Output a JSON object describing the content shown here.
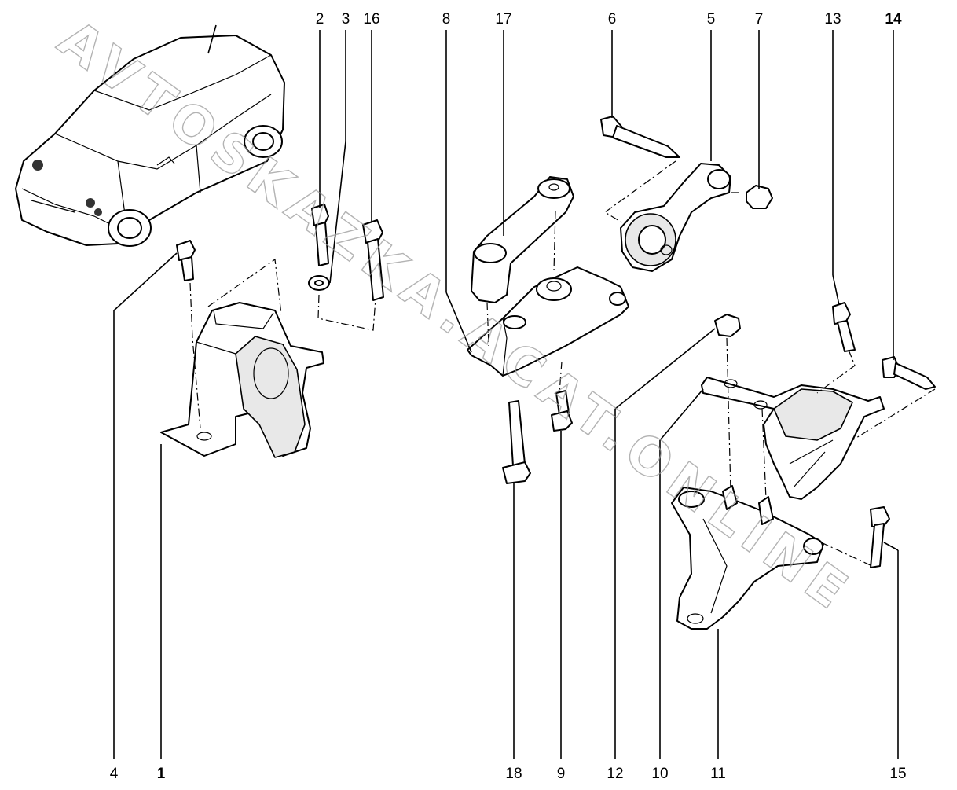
{
  "callouts": {
    "n1": "1",
    "n2": "2",
    "n3": "3",
    "n4": "4",
    "n5": "5",
    "n6": "6",
    "n7": "7",
    "n8": "8",
    "n9": "9",
    "n10": "10",
    "n11": "11",
    "n12": "12",
    "n13": "13",
    "n14": "14",
    "n15": "15",
    "n16": "16",
    "n17": "17",
    "n18": "18"
  },
  "watermark": "AVTOSKAZKA.ACAT.ONLINE"
}
